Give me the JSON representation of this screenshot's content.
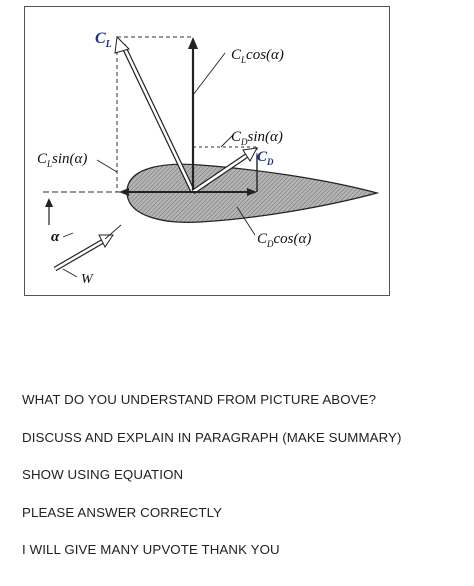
{
  "figure": {
    "labels": {
      "lift": "C",
      "lift_sub": "L",
      "drag": "C",
      "drag_sub": "D",
      "lift_cos_main": "C",
      "lift_cos_sub": "L",
      "lift_cos_rest": "cos(α)",
      "drag_sin_main": "C",
      "drag_sin_sub": "D",
      "drag_sin_rest": "sin(α)",
      "lift_sin_main": "C",
      "lift_sin_sub": "L",
      "lift_sin_rest": "sin(α)",
      "drag_cos_main": "C",
      "drag_cos_sub": "D",
      "drag_cos_rest": "cos(α)",
      "alpha": "α",
      "wind": "W"
    },
    "colors": {
      "blue_label": "#1f2f8f",
      "airfoil_fill": "#9a9a9a"
    }
  },
  "questions": [
    "WHAT DO YOU UNDERSTAND FROM PICTURE ABOVE?",
    "DISCUSS AND EXPLAIN IN PARAGRAPH (MAKE SUMMARY)",
    "SHOW USING EQUATION",
    "PLEASE ANSWER CORRECTLY",
    "I WILL GIVE MANY UPVOTE THANK YOU"
  ]
}
